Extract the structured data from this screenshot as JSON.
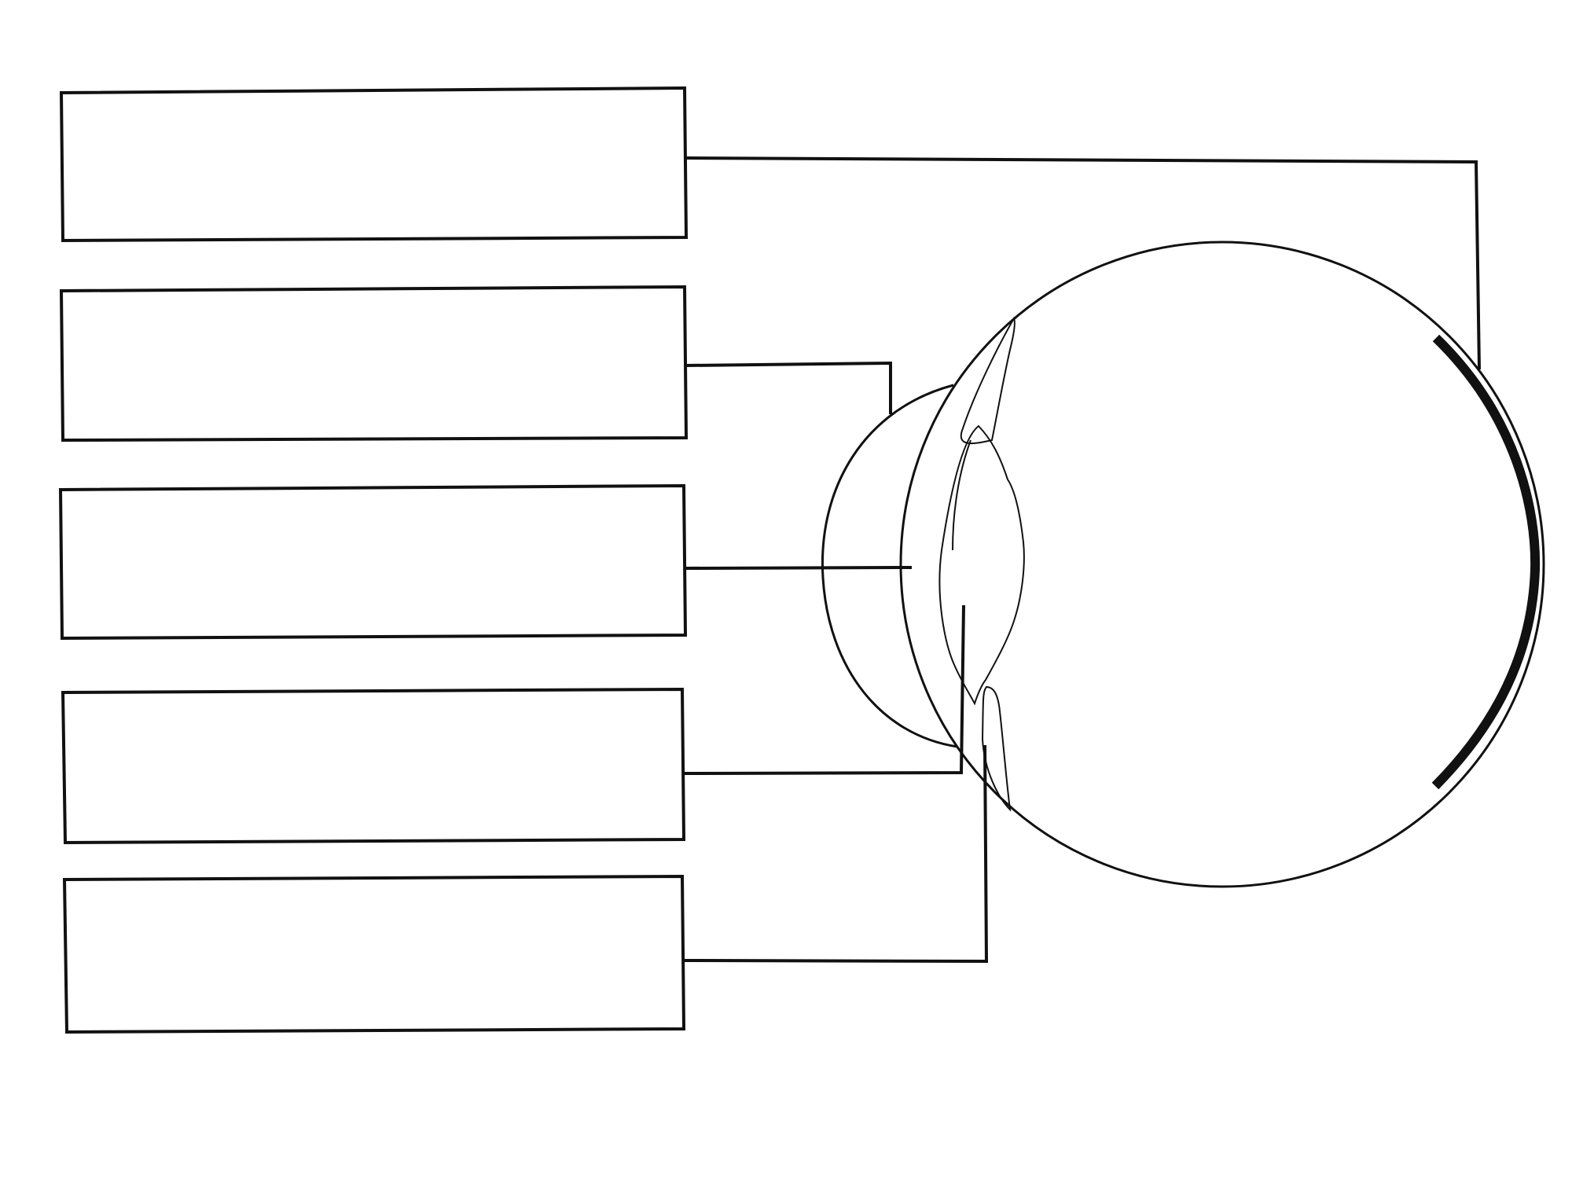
{
  "diagram": {
    "subject": "eye-cross-section-labeling-worksheet",
    "label_boxes": [
      {
        "id": "box-1",
        "text": "",
        "points_to": "retina"
      },
      {
        "id": "box-2",
        "text": "",
        "points_to": "cornea-top"
      },
      {
        "id": "box-3",
        "text": "",
        "points_to": "cornea-center"
      },
      {
        "id": "box-4",
        "text": "",
        "points_to": "iris"
      },
      {
        "id": "box-5",
        "text": "",
        "points_to": "ciliary-body"
      }
    ],
    "colors": {
      "stroke": "#111111",
      "background": "#ffffff"
    }
  }
}
